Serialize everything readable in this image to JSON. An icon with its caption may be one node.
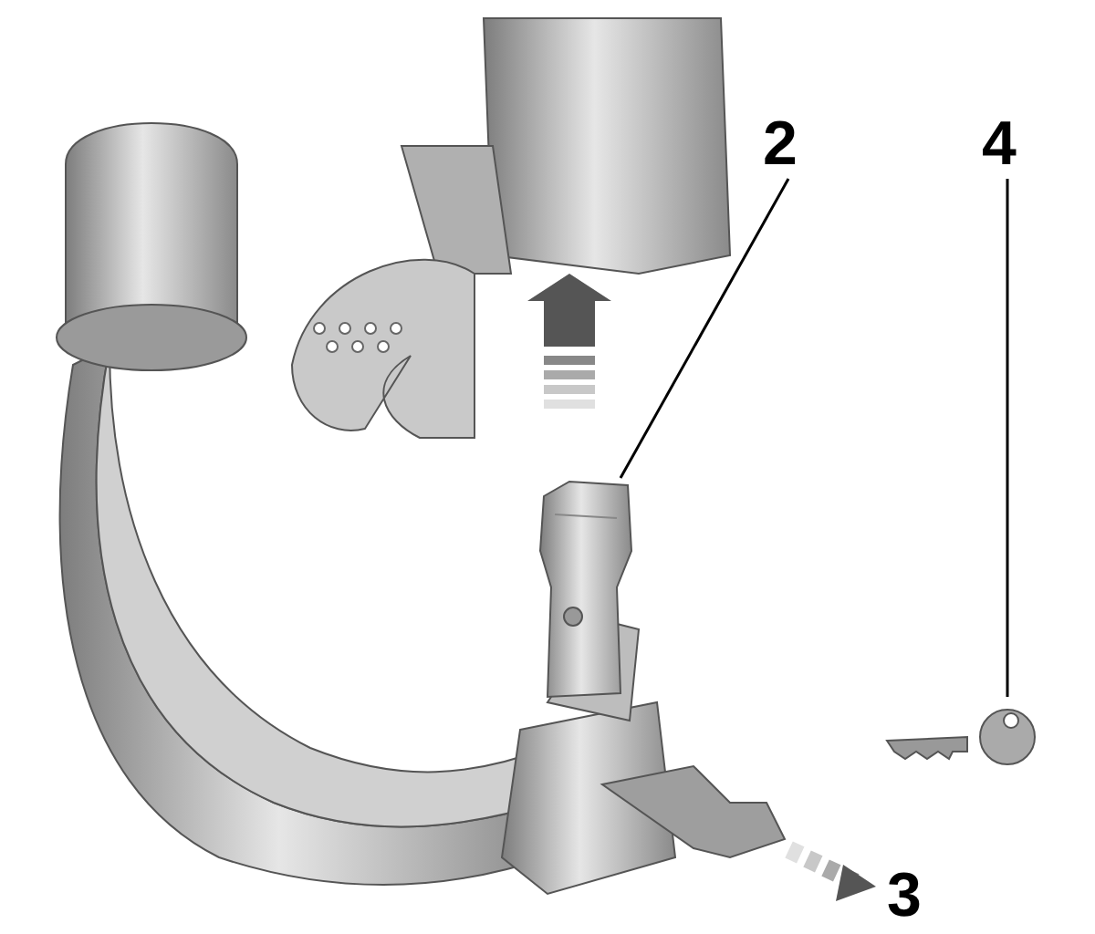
{
  "diagram": {
    "nodes": [
      {
        "text": [
          "2"
        ]
      },
      {
        "text": [],
        "shape": "picture"
      },
      {
        "text": [
          "4"
        ]
      },
      {
        "text": [],
        "shape": "picture"
      }
    ],
    "edges": [
      {
        "from": 0,
        "to": 1,
        "arrow": "none"
      },
      {
        "from": 2,
        "to": 3,
        "arrow": "none"
      }
    ],
    "labels": [
      "3"
    ]
  }
}
